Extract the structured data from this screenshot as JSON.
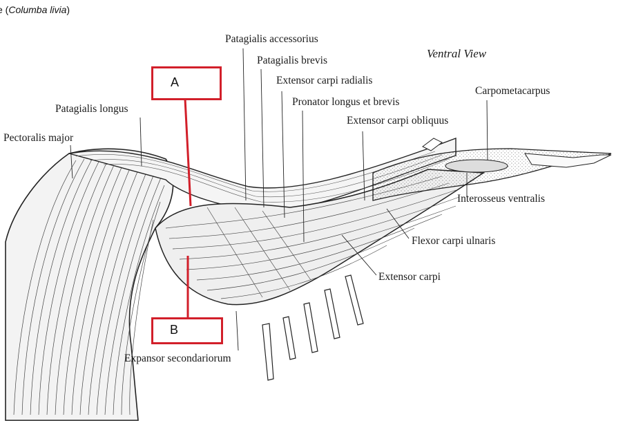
{
  "header": {
    "line1": "",
    "line2_prefix": "e (",
    "line2_species": "Columba livia",
    "line2_suffix": ")"
  },
  "view_title": "Ventral View",
  "labels": {
    "patagialis_accessorius": "Patagialis accessorius",
    "patagialis_brevis": "Patagialis brevis",
    "extensor_carpi_radialis": "Extensor carpi radialis",
    "pronator_longus_et_brevis": "Pronator longus et brevis",
    "extensor_carpi_obliquus": "Extensor carpi obliquus",
    "carpometacarpus": "Carpometacarpus",
    "patagialis_longus": "Patagialis longus",
    "pectoralis_major": "Pectoralis major",
    "interosseus_ventralis": "Interosseus ventralis",
    "flexor_carpi_ulnaris": "Flexor carpi ulnaris",
    "extensor_carpi": "Extensor carpi",
    "expansor_secondariorum": "Expansor secondariorum"
  },
  "markers": {
    "a": "A",
    "b": "B"
  },
  "colors": {
    "marker_red": "#d21f2a",
    "ink": "#1a1a1a"
  }
}
